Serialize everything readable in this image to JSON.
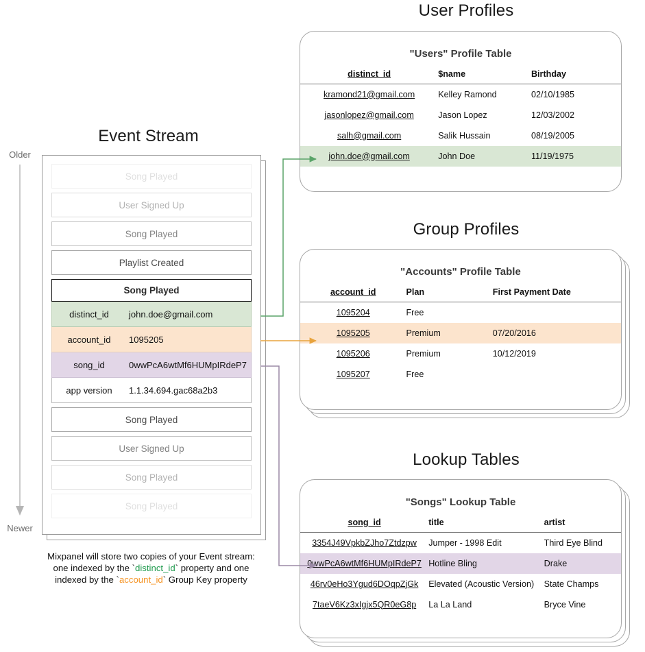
{
  "sections": {
    "user_profiles_title": "User Profiles",
    "group_profiles_title": "Group Profiles",
    "lookup_tables_title": "Lookup Tables",
    "event_stream_title": "Event Stream"
  },
  "timeline": {
    "top_label": "Older",
    "bottom_label": "Newer"
  },
  "event_stream": {
    "rows_above": [
      {
        "label": "Song Played",
        "opacity_class": "fade-1"
      },
      {
        "label": "User Signed Up",
        "opacity_class": "fade-2"
      },
      {
        "label": "Song Played",
        "opacity_class": "fade-3"
      },
      {
        "label": "Playlist Created",
        "opacity_class": "fade-4"
      }
    ],
    "expanded_event": {
      "name": "Song Played",
      "properties": [
        {
          "key": "distinct_id",
          "value": "john.doe@gmail.com",
          "highlight": "green"
        },
        {
          "key": "account_id",
          "value": "1095205",
          "highlight": "orange"
        },
        {
          "key": "song_id",
          "value": "0wwPcA6wtMf6HUMpIRdeP7",
          "highlight": "purple"
        },
        {
          "key": "app version",
          "value": "1.1.34.694.gac68a2b3",
          "highlight": "plain"
        }
      ]
    },
    "rows_below": [
      {
        "label": "Song Played",
        "opacity_class": "fade-4"
      },
      {
        "label": "User Signed Up",
        "opacity_class": "fade-3"
      },
      {
        "label": "Song Played",
        "opacity_class": "fade-2"
      },
      {
        "label": "Song Played",
        "opacity_class": "fade-1"
      }
    ]
  },
  "caption": {
    "line1": "Mixpanel will store two copies of your Event stream:",
    "line2_pre": "one indexed by the `",
    "line2_code": "distinct_id",
    "line2_post": "` property and one",
    "line3_pre": "indexed by the `",
    "line3_code": "account_id",
    "line3_post": "` Group Key property"
  },
  "users_table": {
    "title": "\"Users\" Profile Table",
    "headers": [
      "distinct_id",
      "$name",
      "Birthday"
    ],
    "rows": [
      {
        "cells": [
          "kramond21@gmail.com",
          "Kelley Ramond",
          "02/10/1985"
        ],
        "highlight": ""
      },
      {
        "cells": [
          "jasonlopez@gmail.com",
          "Jason Lopez",
          "12/03/2002"
        ],
        "highlight": ""
      },
      {
        "cells": [
          "salh@gmail.com",
          "Salik Hussain",
          "08/19/2005"
        ],
        "highlight": ""
      },
      {
        "cells": [
          "john.doe@gmail.com",
          "John Doe",
          "11/19/1975"
        ],
        "highlight": "hl-green"
      }
    ]
  },
  "accounts_table": {
    "title": "\"Accounts\" Profile Table",
    "headers": [
      "account_id",
      "Plan",
      "First Payment Date"
    ],
    "rows": [
      {
        "cells": [
          "1095204",
          "Free",
          ""
        ],
        "highlight": ""
      },
      {
        "cells": [
          "1095205",
          "Premium",
          "07/20/2016"
        ],
        "highlight": "hl-orange"
      },
      {
        "cells": [
          "1095206",
          "Premium",
          "10/12/2019"
        ],
        "highlight": ""
      },
      {
        "cells": [
          "1095207",
          "Free",
          ""
        ],
        "highlight": ""
      }
    ]
  },
  "songs_table": {
    "title": "\"Songs\" Lookup Table",
    "headers": [
      "song_id",
      "title",
      "artist"
    ],
    "rows": [
      {
        "cells": [
          "3354J49VpkbZJho7Ztdzpw",
          "Jumper - 1998 Edit",
          "Third Eye Blind"
        ],
        "highlight": ""
      },
      {
        "cells": [
          "0wwPcA6wtMf6HUMpIRdeP7",
          "Hotline Bling",
          "Drake"
        ],
        "highlight": "hl-purple"
      },
      {
        "cells": [
          "46rv0eHo3Ygud6DOqpZjGk",
          "Elevated (Acoustic Version)",
          "State Champs"
        ],
        "highlight": ""
      },
      {
        "cells": [
          "7taeV6Kz3xIgjx5QR0eG8p",
          "La La Land",
          "Bryce Vine"
        ],
        "highlight": ""
      }
    ]
  },
  "colors": {
    "green": "#d9e7d4",
    "orange": "#fce4cd",
    "purple": "#e2d6e7",
    "green_arrow": "#5aa469",
    "orange_arrow": "#e8a33d",
    "purple_arrow": "#9b8aa6",
    "code_green": "#1f9a4d",
    "code_orange": "#f59425",
    "border": "#a6a6a6"
  }
}
